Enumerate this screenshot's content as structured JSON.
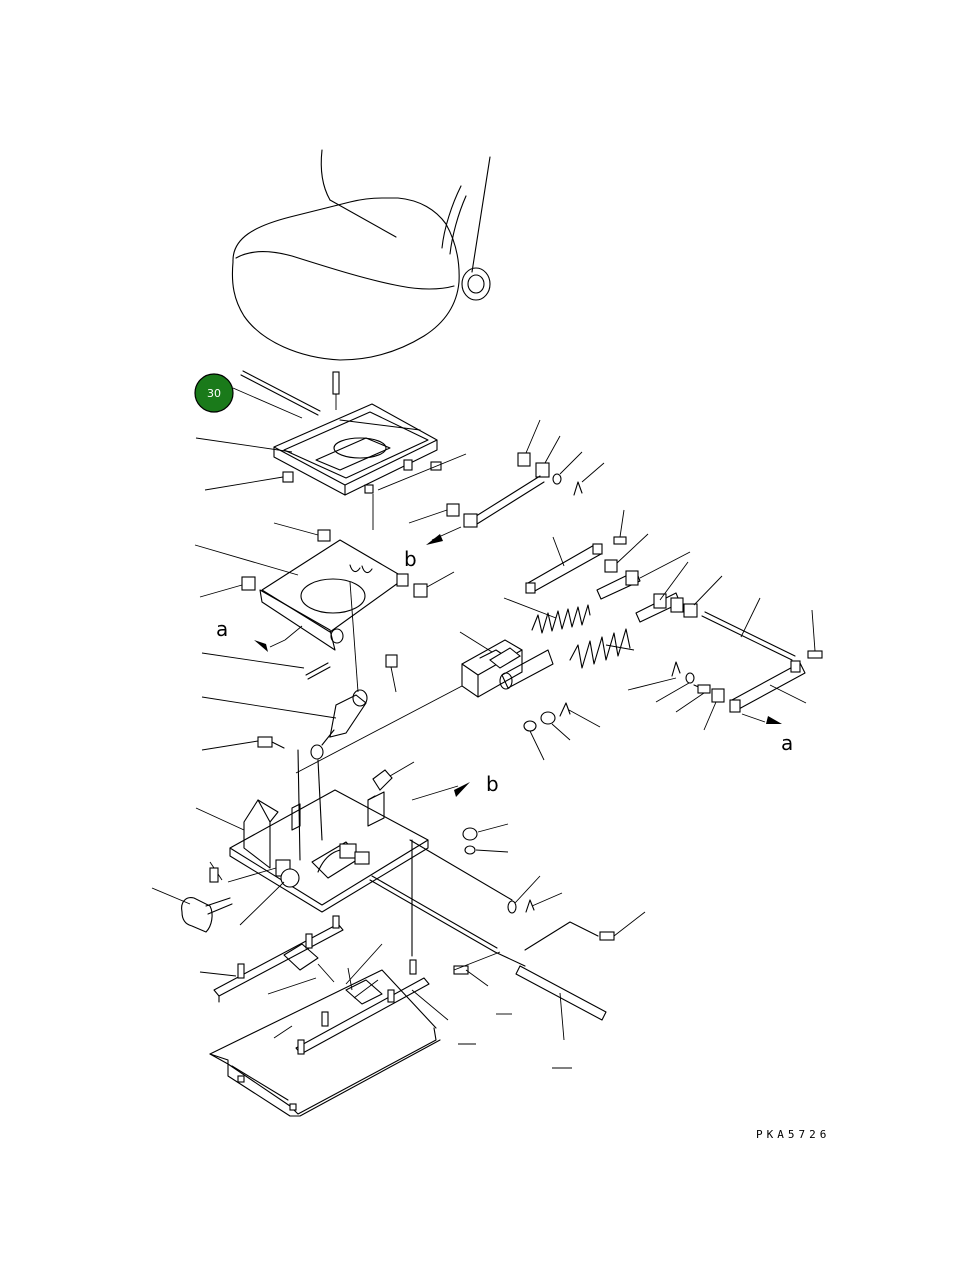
{
  "callout": {
    "number": "30",
    "color": "#1a7a1a"
  },
  "reference_labels": {
    "b_upper": "b",
    "a_left": "a",
    "a_right": "a",
    "b_lower": "b"
  },
  "drawing_code": "PKA5726"
}
